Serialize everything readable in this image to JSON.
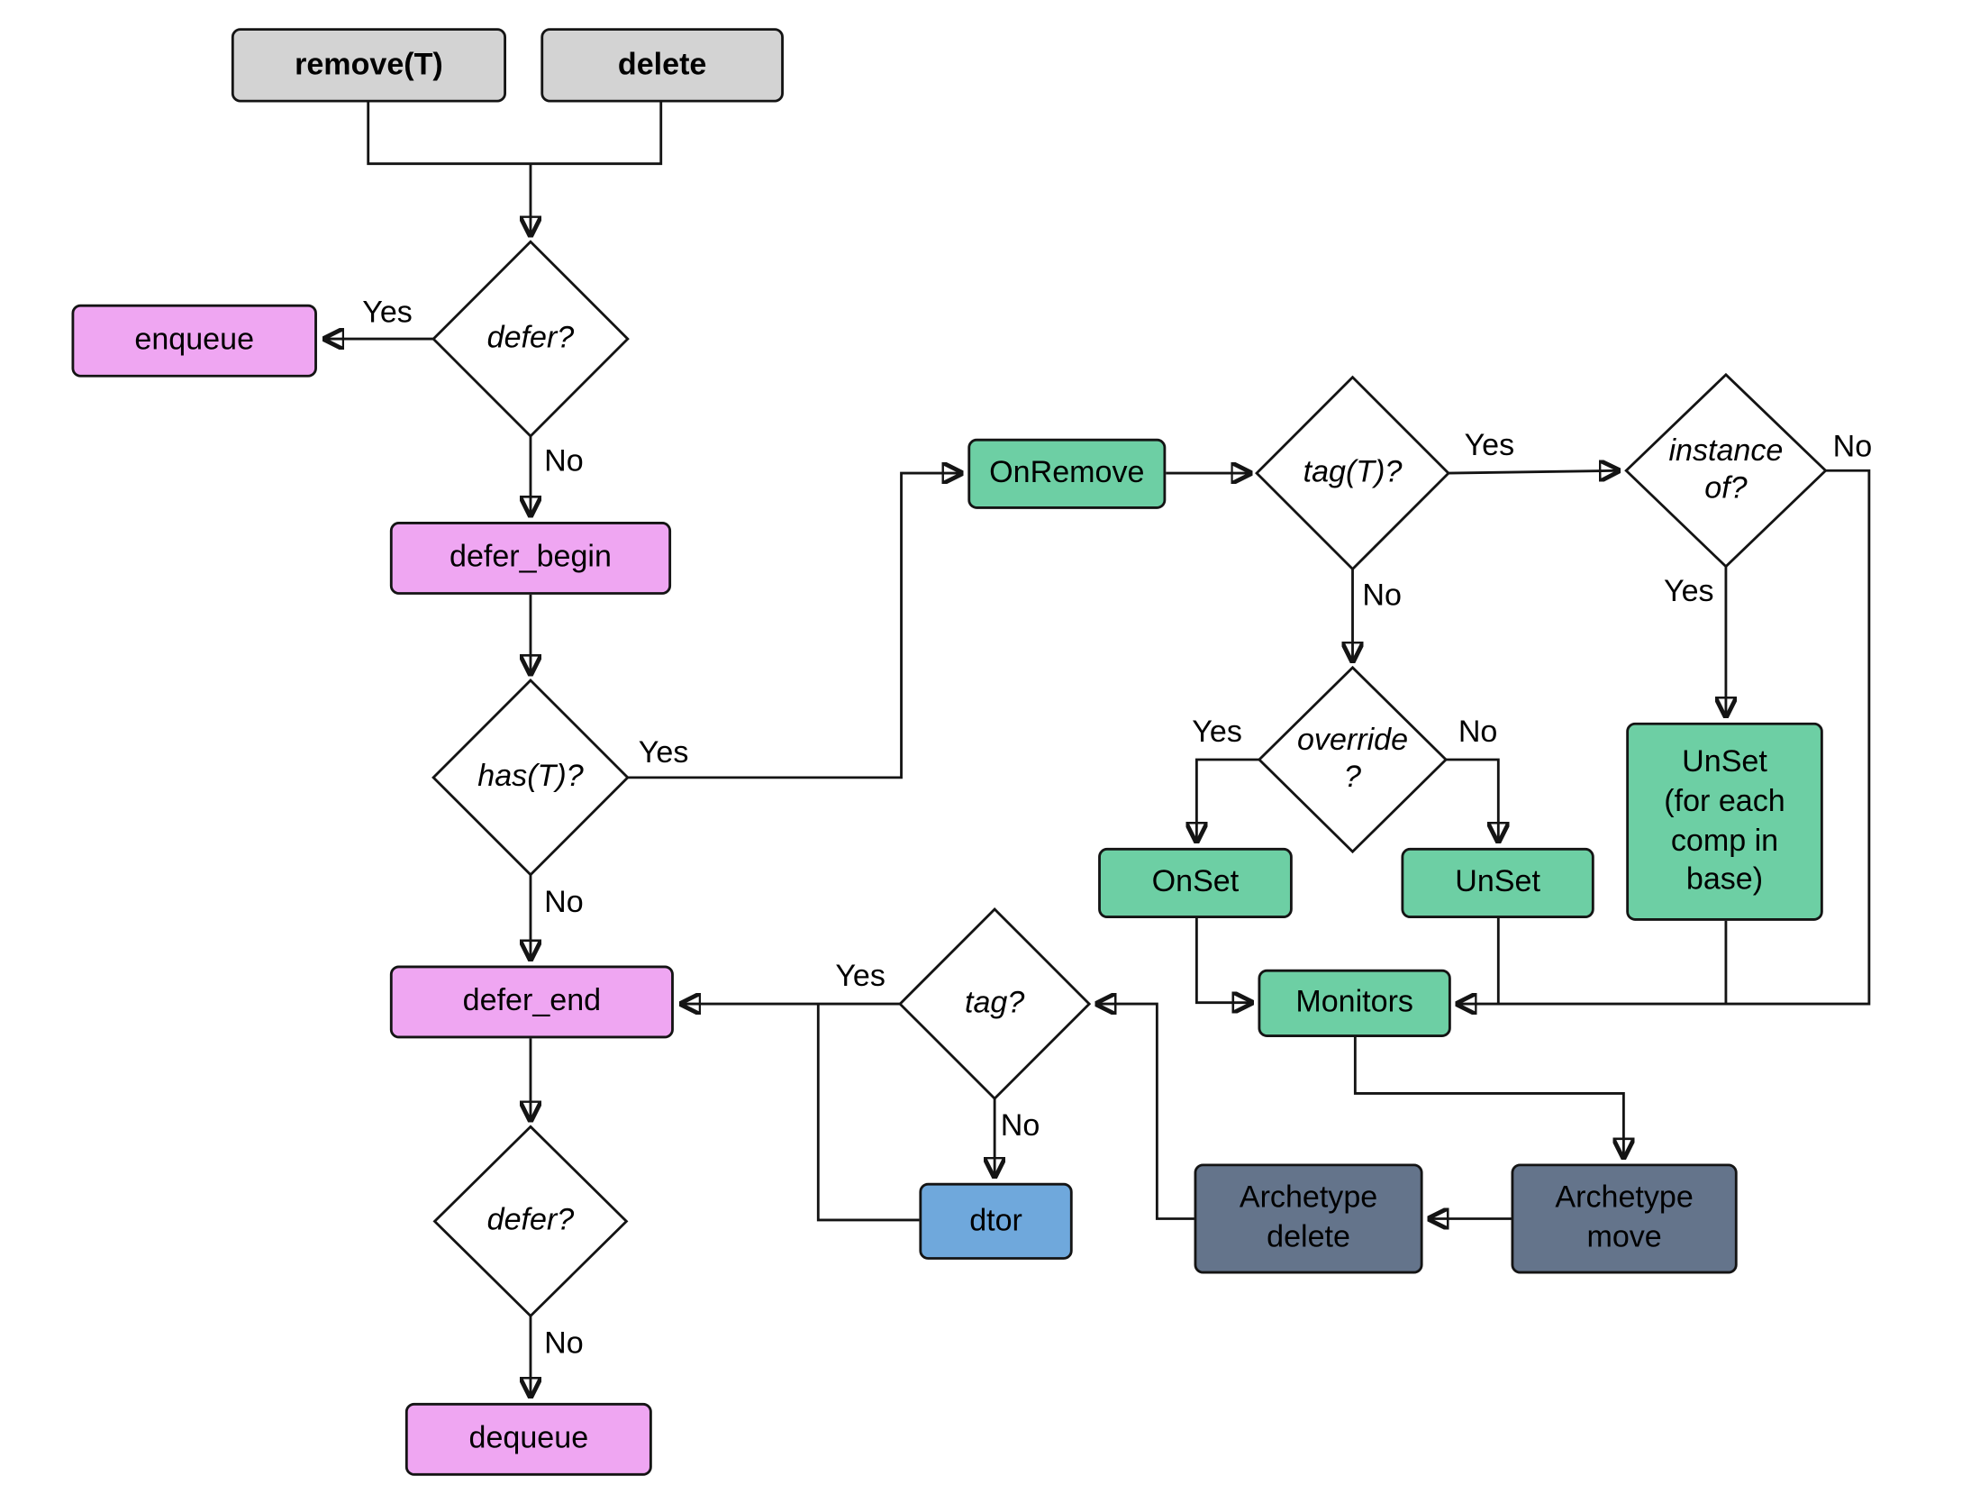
{
  "colors": {
    "process_gray": "#d3d3d3",
    "defer_purple": "#efa6f2",
    "hook_green": "#6dcfa4",
    "dtor_blue": "#6fa8dc",
    "archetype_slate": "#64748b",
    "stroke": "#141414",
    "background": "#ffffff"
  },
  "nodes": {
    "remove_t": {
      "label": "remove(T)"
    },
    "delete": {
      "label": "delete"
    },
    "enqueue": {
      "label": "enqueue"
    },
    "defer_q1": {
      "label": "defer?"
    },
    "defer_begin": {
      "label": "defer_begin"
    },
    "has_t": {
      "label": "has(T)?"
    },
    "on_remove": {
      "label": "OnRemove"
    },
    "tag_t": {
      "label": "tag(T)?"
    },
    "instance_of": {
      "lines": [
        "instance",
        "of?"
      ]
    },
    "override": {
      "lines": [
        "override",
        "?"
      ]
    },
    "on_set": {
      "label": "OnSet"
    },
    "unset": {
      "label": "UnSet"
    },
    "unset_base": {
      "lines": [
        "UnSet",
        "(for each",
        "comp in",
        "base)"
      ]
    },
    "monitors": {
      "label": "Monitors"
    },
    "defer_end": {
      "label": "defer_end"
    },
    "tag_q": {
      "label": "tag?"
    },
    "dtor": {
      "label": "dtor"
    },
    "archetype_delete": {
      "lines": [
        "Archetype",
        "delete"
      ]
    },
    "archetype_move": {
      "lines": [
        "Archetype",
        "move"
      ]
    },
    "defer_q2": {
      "label": "defer?"
    },
    "dequeue": {
      "label": "dequeue"
    }
  },
  "edge_labels": {
    "defer_q1_yes": "Yes",
    "defer_q1_no": "No",
    "has_t_yes": "Yes",
    "has_t_no": "No",
    "tag_t_yes": "Yes",
    "tag_t_no": "No",
    "instance_of_yes": "Yes",
    "instance_of_no": "No",
    "override_yes": "Yes",
    "override_no": "No",
    "tag_q_yes": "Yes",
    "tag_q_no": "No",
    "defer_q2_no": "No"
  },
  "edges": [
    {
      "from": "remove(T)",
      "to": "defer?",
      "label": ""
    },
    {
      "from": "delete",
      "to": "defer?",
      "label": ""
    },
    {
      "from": "defer?",
      "to": "enqueue",
      "label": "Yes"
    },
    {
      "from": "defer?",
      "to": "defer_begin",
      "label": "No"
    },
    {
      "from": "defer_begin",
      "to": "has(T)?",
      "label": ""
    },
    {
      "from": "has(T)?",
      "to": "OnRemove",
      "label": "Yes"
    },
    {
      "from": "has(T)?",
      "to": "defer_end",
      "label": "No"
    },
    {
      "from": "OnRemove",
      "to": "tag(T)?",
      "label": ""
    },
    {
      "from": "tag(T)?",
      "to": "instance of?",
      "label": "Yes"
    },
    {
      "from": "tag(T)?",
      "to": "override ?",
      "label": "No"
    },
    {
      "from": "override ?",
      "to": "OnSet",
      "label": "Yes"
    },
    {
      "from": "override ?",
      "to": "UnSet",
      "label": "No"
    },
    {
      "from": "instance of?",
      "to": "UnSet (for each comp in base)",
      "label": "Yes"
    },
    {
      "from": "instance of?",
      "to": "Monitors",
      "label": "No"
    },
    {
      "from": "UnSet (for each comp in base)",
      "to": "Monitors",
      "label": ""
    },
    {
      "from": "UnSet",
      "to": "Monitors",
      "label": ""
    },
    {
      "from": "OnSet",
      "to": "Monitors",
      "label": ""
    },
    {
      "from": "Monitors",
      "to": "Archetype move",
      "label": ""
    },
    {
      "from": "Archetype move",
      "to": "Archetype delete",
      "label": ""
    },
    {
      "from": "Archetype delete",
      "to": "tag?",
      "label": ""
    },
    {
      "from": "tag?",
      "to": "defer_end",
      "label": "Yes"
    },
    {
      "from": "tag?",
      "to": "dtor",
      "label": "No"
    },
    {
      "from": "dtor",
      "to": "defer_end",
      "label": ""
    },
    {
      "from": "defer_end",
      "to": "defer?",
      "label": ""
    },
    {
      "from": "defer?",
      "to": "dequeue",
      "label": "No"
    }
  ]
}
